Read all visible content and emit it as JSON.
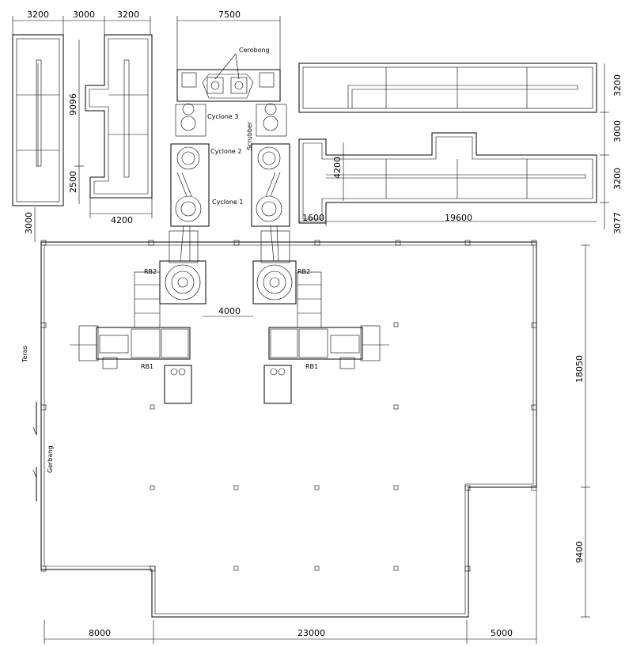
{
  "dimensions": {
    "d3200_a": "3200",
    "d3000_a": "3000",
    "d3200_b": "3200",
    "d9096": "9096",
    "d2500": "2500",
    "d4200_h": "4200",
    "d3000_b": "3000",
    "d7500": "7500",
    "d3200_r1": "3200",
    "d3000_r": "3000",
    "d3200_r2": "3200",
    "d3077": "3077",
    "d4200_v": "4200",
    "d1600": "1600",
    "d19600": "19600",
    "d4000": "4000",
    "d18050": "18050",
    "d9400": "9400",
    "d8000": "8000",
    "d23000": "23000",
    "d5000": "5000"
  },
  "labels": {
    "cerobong": "Cerobong",
    "cyclone3": "Cyclone 3",
    "cyclone2": "Cyclone 2",
    "cyclone1": "Cyclone 1",
    "scrubber": "Scrubber",
    "rb2_left": "RB2",
    "rb2_right": "RB2",
    "rb1_left": "RB1",
    "rb1_right": "RB1",
    "teras": "Teras",
    "gerbang": "Gerbang"
  }
}
